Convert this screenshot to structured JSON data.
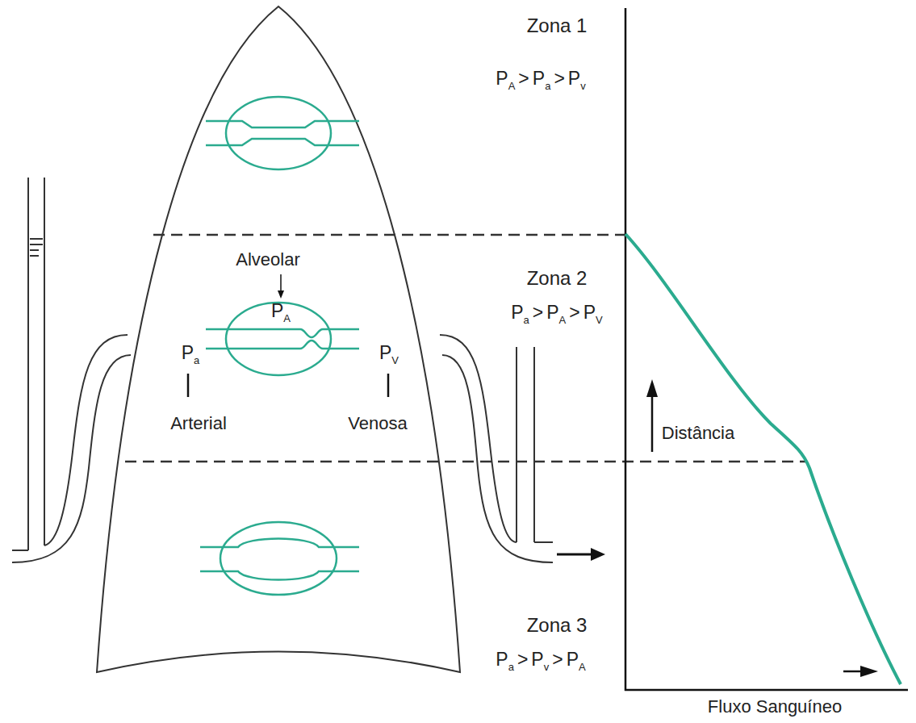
{
  "diagram": {
    "labels": [
      "Zona 1",
      "P",
      "A",
      ">",
      "P",
      "a",
      ">",
      "P",
      "v",
      "Alveolar",
      "P",
      "A",
      "Zona 2",
      "P",
      "a",
      ">",
      "P",
      "A",
      ">",
      "P",
      "V",
      "P",
      "a",
      "Arterial",
      "P",
      "V",
      "Venosa",
      "Distância",
      "Zona 3",
      "P",
      "a",
      ">",
      "P",
      "v",
      ">",
      "P",
      "A",
      "Fluxo Sanguíneo"
    ]
  }
}
